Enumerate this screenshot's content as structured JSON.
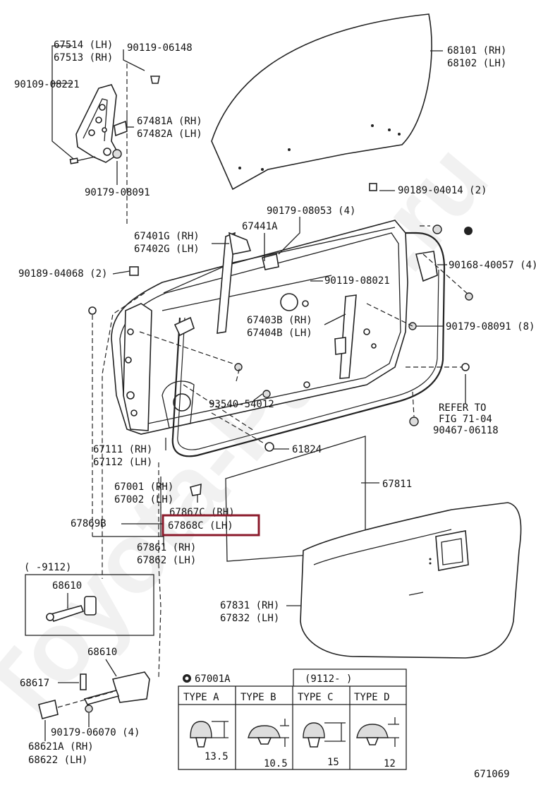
{
  "labels": {
    "l67514": "67514 (LH)",
    "l67513": "67513 (RH)",
    "l90119a": "90119-06148",
    "l90109": "90109-08221",
    "l67481": "67481A (RH)",
    "l67482": "67482A (LH)",
    "l90179a": "90179-08091",
    "l68101": "68101 (RH)",
    "l68102": "68102 (LH)",
    "l90189a": "90189-04014 (2)",
    "l90179b": "90179-08053 (4)",
    "l67441": "67441A",
    "l67401": "67401G (RH)",
    "l67402": "67402G (LH)",
    "l90189b": "90189-04068 (2)",
    "l90168": "90168-40057 (4)",
    "l90119b": "90119-08021",
    "l67403": "67403B (RH)",
    "l67404": "67404B (LH)",
    "l90179c": "90179-08091 (8)",
    "l93540": "93540-54012",
    "refer1": "REFER TO",
    "refer2": "FIG 71-04",
    "l90467": "90467-06118",
    "l61824": "61824",
    "l67111": "67111 (RH)",
    "l67112": "67112 (LH)",
    "l67811": "67811",
    "l67001": "67001 (RH)",
    "l67002": "67002 (LH)",
    "l67867": "67867C (RH)",
    "l67868": "67868C (LH)",
    "l67869": "67869B",
    "l67861": "67861 (RH)",
    "l67862": "67862 (LH)",
    "box1_range": "(     -9112)",
    "l68610a": "68610",
    "l67831": "67831 (RH)",
    "l67832": "67832 (LH)",
    "l68610b": "68610",
    "l68617": "68617",
    "l90179d": "90179-06070 (4)",
    "l68621": "68621A (RH)",
    "l68622": "68622  (LH)",
    "fig_number": "671069"
  },
  "type_table": {
    "part_label": "67001A",
    "range": "(9112-      )",
    "columns": [
      {
        "name": "TYPE A",
        "dimension": "13.5"
      },
      {
        "name": "TYPE B",
        "dimension": "10.5"
      },
      {
        "name": "TYPE C",
        "dimension": "15"
      },
      {
        "name": "TYPE D",
        "dimension": "12"
      }
    ]
  },
  "highlight_color": "#8b1a2b",
  "watermark": "Toyota-Parts.ru"
}
